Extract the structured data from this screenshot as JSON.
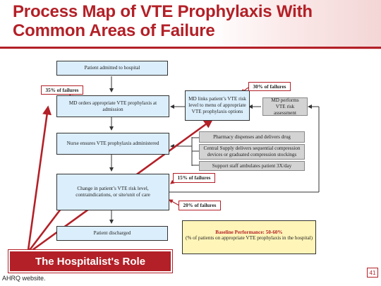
{
  "title": "Process Map of VTE Prophylaxis With Common Areas of Failure",
  "boxes": {
    "admitted": "Patient admitted to hospital",
    "md_orders": "MD orders appropriate VTE prophylaxis at admission",
    "md_links": "MD links patient’s VTE risk level to menu of appropriate VTE prophylaxis options",
    "md_performs": "MD performs VTE risk assessment",
    "nurse": "Nurse ensures VTE prophylaxis administered",
    "pharmacy": "Pharmacy dispenses and delivers drug",
    "central_supply": "Central Supply delivers sequential compression devices or graduated compression stockings",
    "support_staff": "Support staff ambulates patient 3X/day",
    "change": "Change in patient’s VTE risk level, contraindications, or site/unit of care",
    "discharged": "Patient discharged"
  },
  "failures": {
    "f35": "35% of failures",
    "f30": "30% of failures",
    "f15": "15% of failures",
    "f20": "20% of failures"
  },
  "performance": {
    "line1": "Baseline Performance: 50-60%",
    "line2": "(% of patients on appropriate VTE prophylaxis in the hospital)"
  },
  "role_label": "The Hospitalist's Role",
  "footer": "AHRQ website.",
  "page_number": "41",
  "colors": {
    "accent": "#b32027",
    "box_fill": "#dbeefb",
    "gray_fill": "#d3d3d3",
    "perf_fill": "#fff5b8"
  }
}
